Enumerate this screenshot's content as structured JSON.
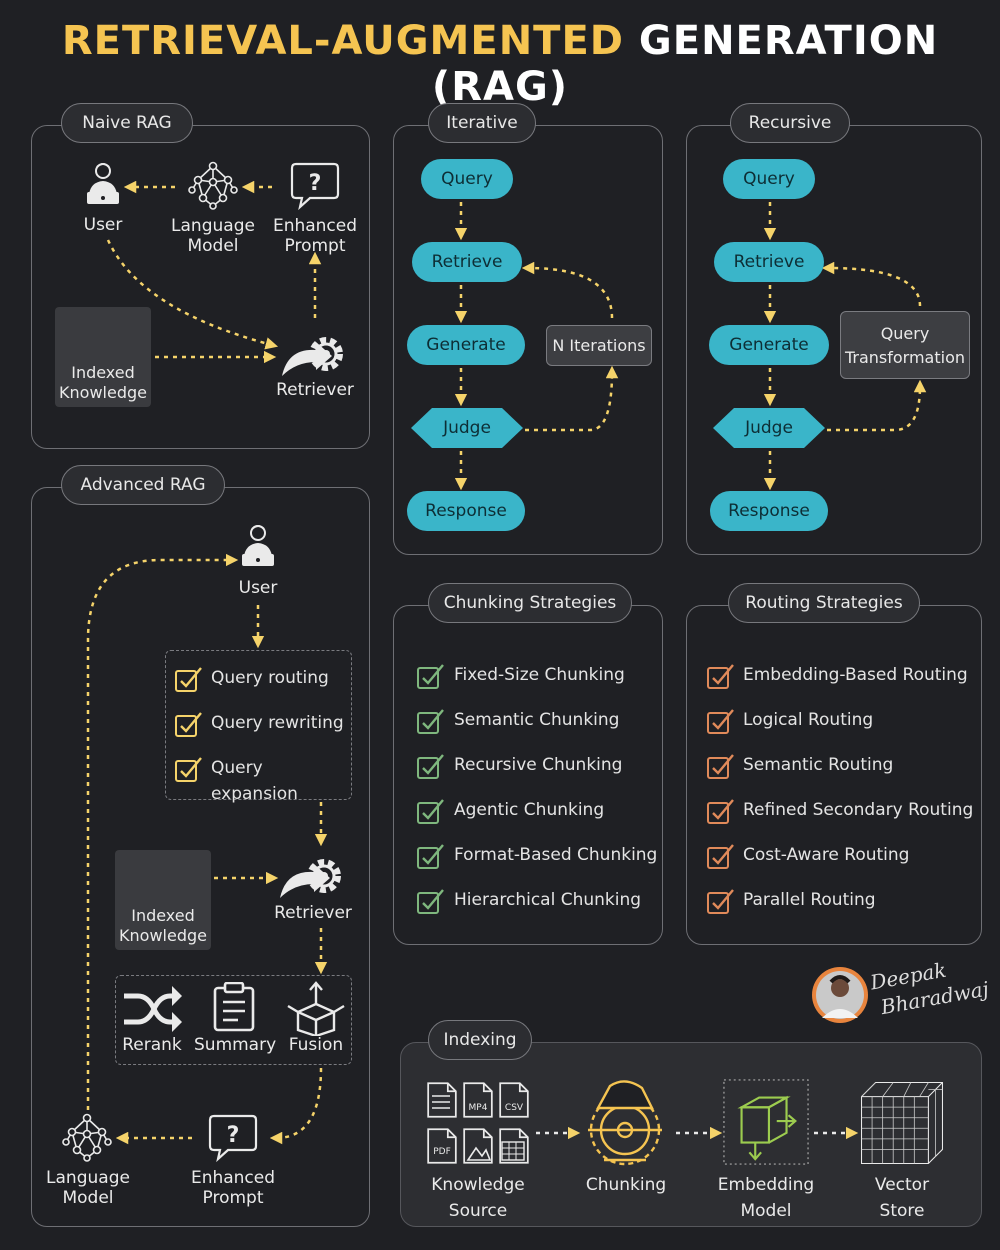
{
  "title": {
    "part1": "RETRIEVAL-AUGMENTED",
    "part2": "GENERATION (RAG)"
  },
  "naive": {
    "tab": "Naive RAG",
    "user": "User",
    "language_model": [
      "Language",
      "Model"
    ],
    "enhanced_prompt": [
      "Enhanced",
      "Prompt"
    ],
    "indexed_knowledge": [
      "Indexed",
      "Knowledge"
    ],
    "retriever": "Retriever"
  },
  "iterative": {
    "tab": "Iterative",
    "query": "Query",
    "retrieve": "Retrieve",
    "generate": "Generate",
    "judge": "Judge",
    "response": "Response",
    "loop": "N Iterations"
  },
  "recursive": {
    "tab": "Recursive",
    "query": "Query",
    "retrieve": "Retrieve",
    "generate": "Generate",
    "judge": "Judge",
    "response": "Response",
    "loop": [
      "Query",
      "Transformation"
    ]
  },
  "advanced": {
    "tab": "Advanced RAG",
    "user": "User",
    "pre": [
      "Query routing",
      "Query rewriting",
      "Query expansion"
    ],
    "indexed_knowledge": [
      "Indexed",
      "Knowledge"
    ],
    "retriever": "Retriever",
    "post": [
      "Rerank",
      "Summary",
      "Fusion"
    ],
    "language_model": [
      "Language",
      "Model"
    ],
    "enhanced_prompt": [
      "Enhanced",
      "Prompt"
    ]
  },
  "chunking": {
    "tab": "Chunking Strategies",
    "items": [
      "Fixed-Size Chunking",
      "Semantic Chunking",
      "Recursive Chunking",
      "Agentic Chunking",
      "Format-Based Chunking",
      "Hierarchical Chunking"
    ]
  },
  "routing": {
    "tab": "Routing Strategies",
    "items": [
      "Embedding-Based Routing",
      "Logical Routing",
      "Semantic Routing",
      "Refined Secondary Routing",
      "Cost-Aware Routing",
      "Parallel Routing"
    ]
  },
  "indexing": {
    "tab": "Indexing",
    "file_labels": [
      "MP4",
      "CSV",
      "PDF"
    ],
    "knowledge_source": [
      "Knowledge",
      "Source"
    ],
    "chunking": "Chunking",
    "embedding_model": [
      "Embedding",
      "Model"
    ],
    "vector_store": [
      "Vector",
      "Store"
    ]
  },
  "signature": {
    "line1": "Deepak",
    "line2": "Bharadwaj"
  },
  "colors": {
    "accent_yellow": "#f5c451",
    "pill_teal": "#3ab5c9",
    "check_green": "#7fb77e",
    "check_orange": "#e08a5a",
    "arrow_yellow": "#f5d36a"
  }
}
